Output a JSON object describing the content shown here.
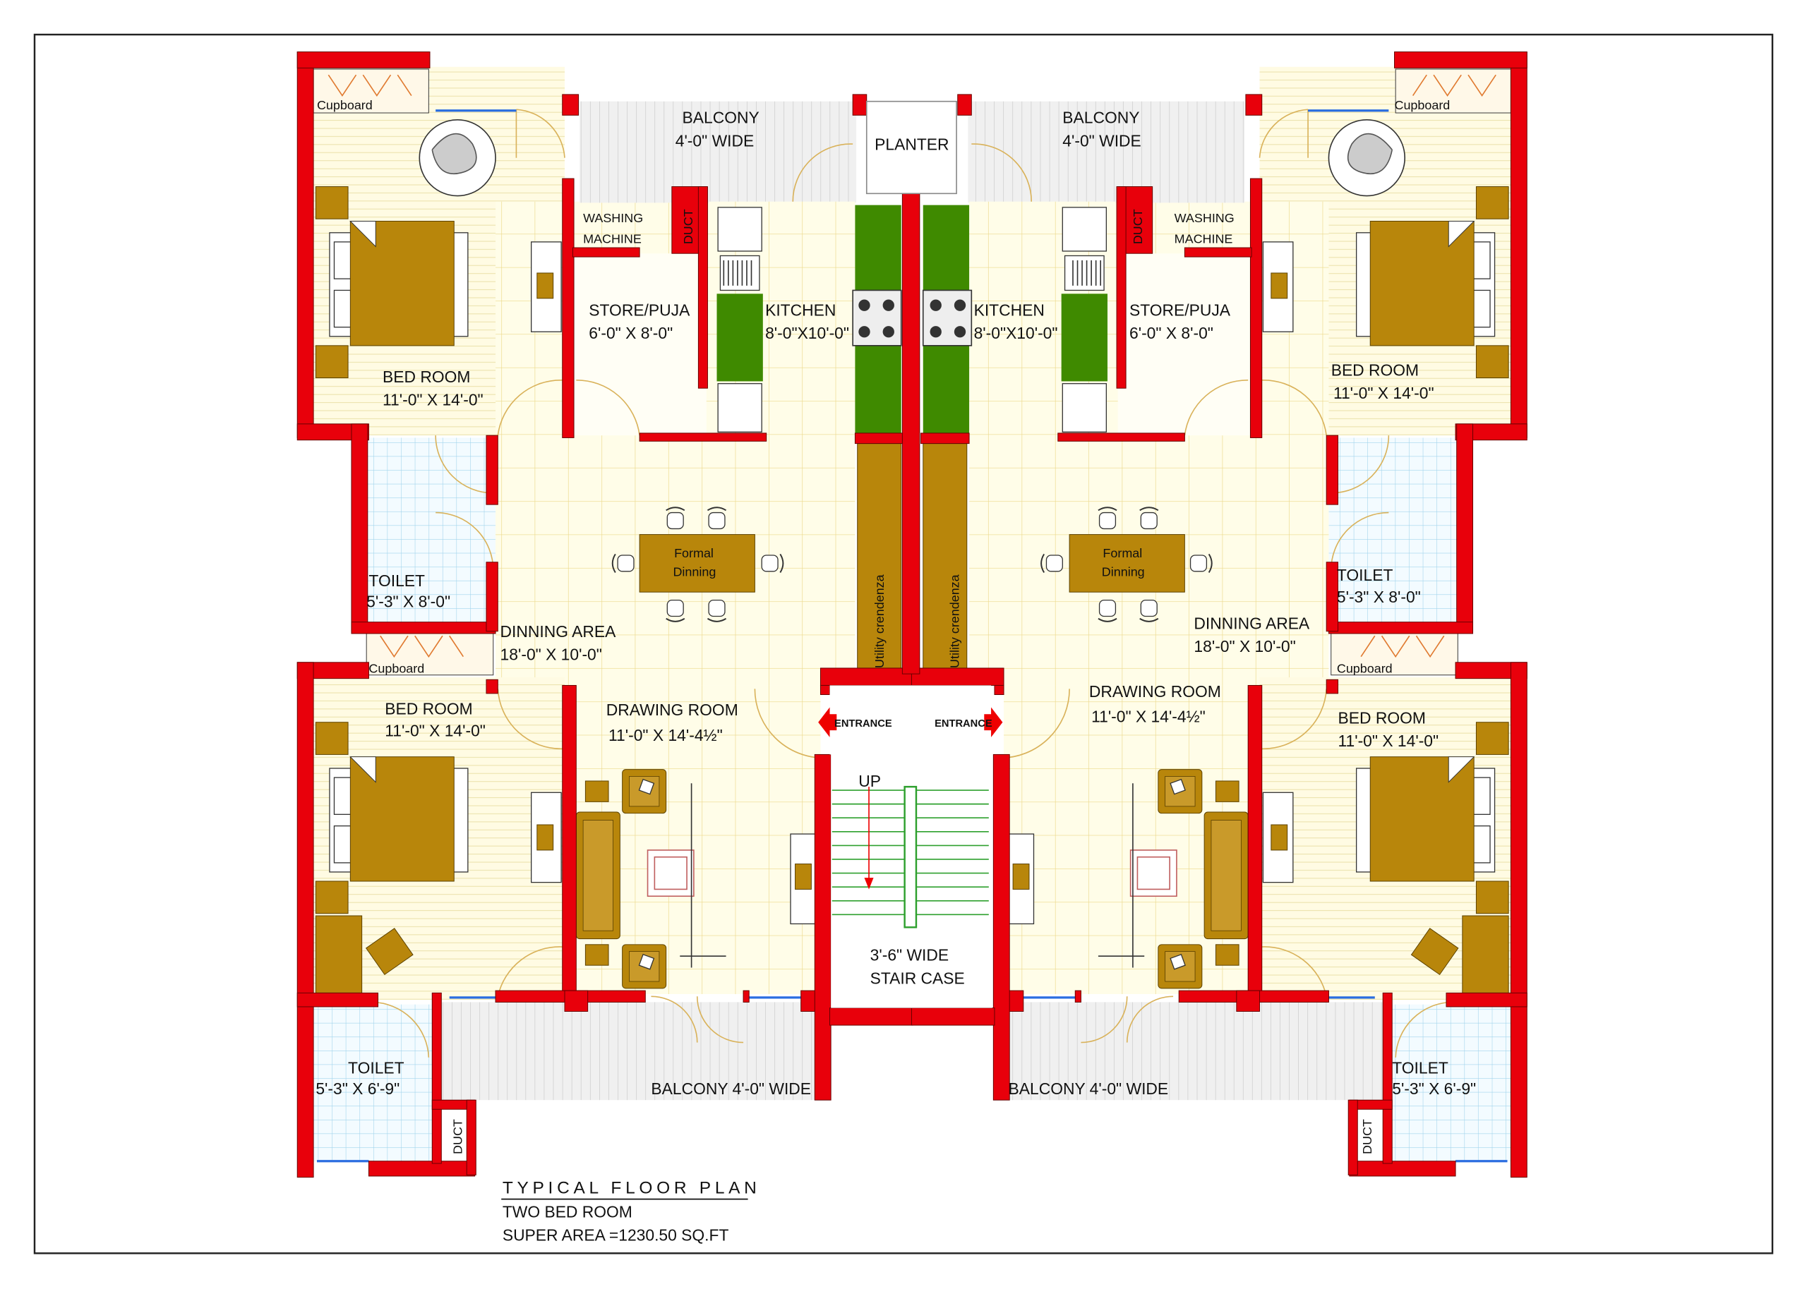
{
  "title": {
    "heading": "TYPICAL FLOOR PLAN",
    "subtitle": "TWO BED ROOM",
    "area": "SUPER AREA =1230.50 SQ.FT"
  },
  "common": {
    "planter": "PLANTER",
    "stair_up": "UP",
    "stair_width": "3'-6\" WIDE",
    "stair_label": "STAIR CASE",
    "entrance": "ENTRANCE"
  },
  "left_unit": {
    "cupboard_top": "Cupboard",
    "balcony_top": "BALCONY",
    "balcony_top_size": "4'-0\" WIDE",
    "washing_1": "WASHING",
    "washing_2": "MACHINE",
    "duct": "DUCT",
    "store": "STORE/PUJA",
    "store_size": "6'-0\" X 8'-0\"",
    "kitchen": "KITCHEN",
    "kitchen_size": "8'-0\"X10'-0\"",
    "bed1": "BED ROOM",
    "bed1_size": "11'-0\" X 14'-0\"",
    "toilet1": "TOILET",
    "toilet1_size": "5'-3\" X 8'-0\"",
    "formal_1": "Formal",
    "formal_2": "Dinning",
    "dining": "DINNING AREA",
    "dining_size": "18'-0\" X 10'-0\"",
    "credenza": "Utility crendenza",
    "cupboard_low": "Cupboard",
    "bed2": "BED ROOM",
    "bed2_size": "11'-0\" X 14'-0\"",
    "drawing": "DRAWING ROOM",
    "drawing_size": "11'-0\" X 14'-4½\"",
    "toilet2": "TOILET",
    "toilet2_size": "5'-3\" X 6'-9\"",
    "balcony_bottom": "BALCONY 4'-0\" WIDE",
    "duct_bottom": "DUCT"
  },
  "right_unit": {
    "cupboard_top": "Cupboard",
    "balcony_top": "BALCONY",
    "balcony_top_size": "4'-0\" WIDE",
    "washing_1": "WASHING",
    "washing_2": "MACHINE",
    "duct": "DUCT",
    "store": "STORE/PUJA",
    "store_size": "6'-0\" X 8'-0\"",
    "kitchen": "KITCHEN",
    "kitchen_size": "8'-0\"X10'-0\"",
    "bed1": "BED ROOM",
    "bed1_size": "11'-0\" X 14'-0\"",
    "toilet1": "TOILET",
    "toilet1_size": "5'-3\" X 8'-0\"",
    "formal_1": "Formal",
    "formal_2": "Dinning",
    "dining": "DINNING AREA",
    "dining_size": "18'-0\" X 10'-0\"",
    "credenza": "Utility crendenza",
    "cupboard_low": "Cupboard",
    "bed2": "BED ROOM",
    "bed2_size": "11'-0\" X 14'-0\"",
    "drawing": "DRAWING ROOM",
    "drawing_size": "11'-0\" X 14'-4½\"",
    "toilet2": "TOILET",
    "toilet2_size": "5'-3\" X 6'-9\"",
    "balcony_bottom": "BALCONY 4'-0\" WIDE",
    "duct_bottom": "DUCT"
  },
  "colors": {
    "wall": "#e8000b",
    "furniture": "#b8860b",
    "counter": "#3f8a00",
    "floor": "#fffbe3",
    "toilet_tile": "#cfeaf5",
    "balcony": "#e6e6e6"
  }
}
